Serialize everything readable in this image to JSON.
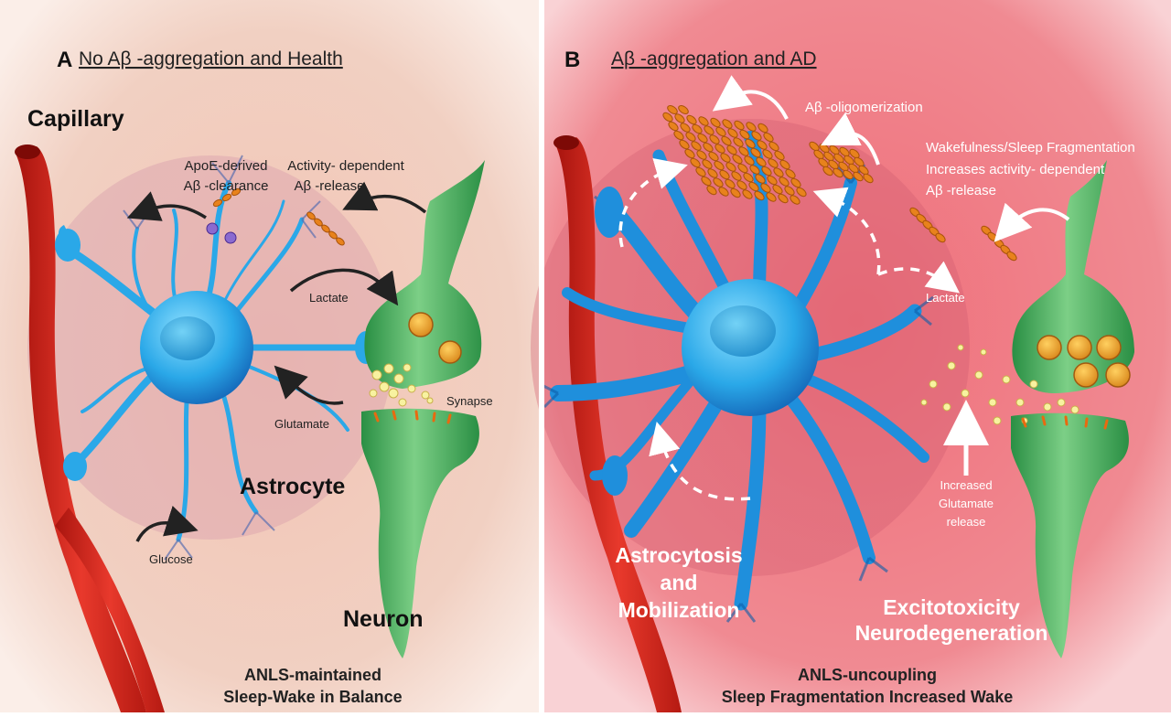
{
  "panel_a": {
    "letter": "A",
    "title": "No Aβ -aggregation and Health",
    "capillary_label": "Capillary",
    "apoe_line1": "ApoE-derived",
    "apoe_line2": "Aβ -clearance",
    "release_line1": "Activity- dependent",
    "release_line2": "Aβ -release",
    "lactate_label": "Lactate",
    "synapse_label": "Synapse",
    "glutamate_label": "Glutamate",
    "astrocyte_label": "Astrocyte",
    "glucose_label": "Glucose",
    "neuron_label": "Neuron",
    "caption_line1": "ANLS-maintained",
    "caption_line2": "Sleep-Wake in Balance"
  },
  "panel_b": {
    "letter": "B",
    "title": "Aβ -aggregation and AD",
    "oligomer_label": "Aβ -oligomerization",
    "wake_line1": "Wakefulness/Sleep Fragmentation",
    "wake_line2": "Increases activity- dependent",
    "wake_line3": "Aβ -release",
    "lactate_label": "Lactate",
    "glut_line1": "Increased",
    "glut_line2": "Glutamate",
    "glut_line3": "release",
    "astro_line1": "Astrocytosis",
    "astro_line2": "and",
    "astro_line3": "Mobilization",
    "excito_line1": "Excitotoxicity",
    "excito_line2": "Neurodegeneration",
    "caption_line1": "ANLS-uncoupling",
    "caption_line2": "Sleep Fragmentation Increased Wake"
  },
  "colors": {
    "capillary": "#d8261c",
    "astrocyte": "#2aa8e8",
    "astrocyte_dark": "#1466b8",
    "neuron": "#2e9a4c",
    "neuron_light": "#8fd49a",
    "amyloid": "#e8821c",
    "vesicle": "#e8a21c",
    "panel_a_bg": "#f5cfc0",
    "panel_b_bg": "#f07f86"
  }
}
